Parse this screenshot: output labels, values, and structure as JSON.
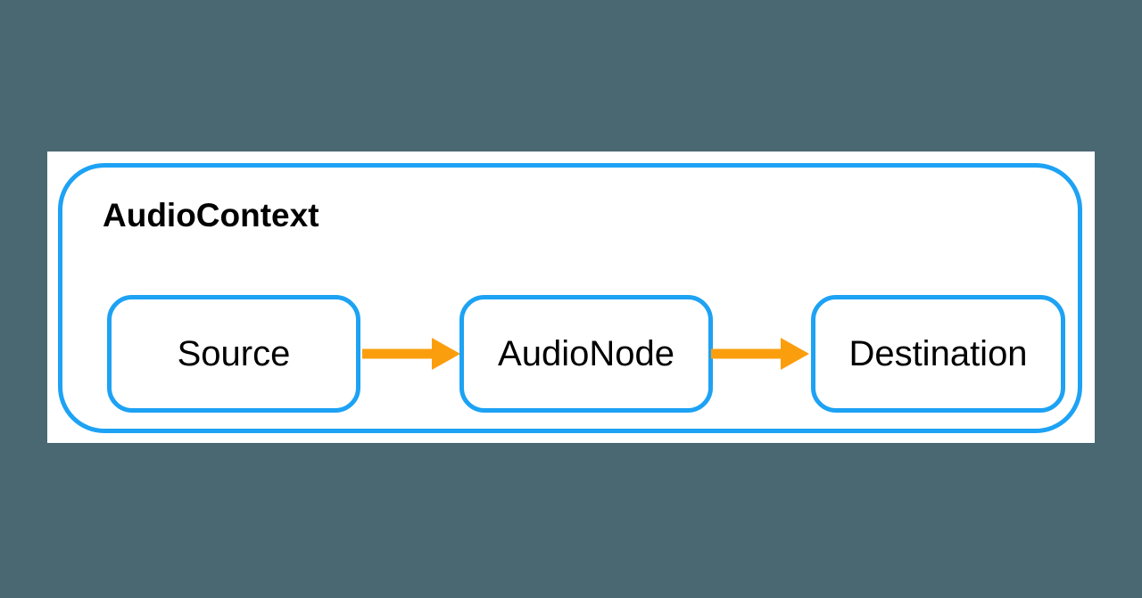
{
  "diagram": {
    "container_label": "AudioContext",
    "nodes": [
      {
        "label": "Source"
      },
      {
        "label": "AudioNode"
      },
      {
        "label": "Destination"
      }
    ],
    "connections": [
      {
        "from": "Source",
        "to": "AudioNode",
        "icon": "arrow-right-icon"
      },
      {
        "from": "AudioNode",
        "to": "Destination",
        "icon": "arrow-right-icon"
      }
    ],
    "colors": {
      "background": "#4a6872",
      "panel": "#ffffff",
      "stroke": "#1da2f4",
      "arrow": "#fb9e0e",
      "text": "#000000"
    }
  }
}
